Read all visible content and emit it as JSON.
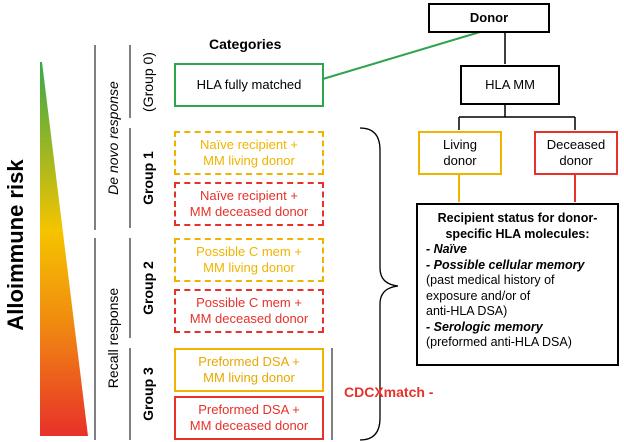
{
  "y_axis_label": "Alloimmune risk",
  "categories_heading": "Categories",
  "response_labels": {
    "de_novo": "De novo response",
    "recall": "Recall response"
  },
  "groups": {
    "g0": "(Group 0)",
    "g1": "Group 1",
    "g2": "Group 2",
    "g3": "Group 3"
  },
  "categories": {
    "hla_matched": "HLA fully matched",
    "naive_living_1": "Naïve recipient +",
    "naive_living_2": "MM living donor",
    "naive_deceased_1": "Naïve recipient +",
    "naive_deceased_2": "MM deceased donor",
    "cmem_living_1": "Possible C mem +",
    "cmem_living_2": "MM living donor",
    "cmem_deceased_1": "Possible C mem +",
    "cmem_deceased_2": "MM deceased donor",
    "dsa_living_1": "Preformed DSA +",
    "dsa_living_2": "MM living donor",
    "dsa_deceased_1": "Preformed DSA +",
    "dsa_deceased_2": "MM deceased donor"
  },
  "cdcx_label": "CDCXmatch -",
  "tree": {
    "donor": "Donor",
    "hla_mm": "HLA MM",
    "living_1": "Living",
    "living_2": "donor",
    "deceased_1": "Deceased",
    "deceased_2": "donor"
  },
  "status": {
    "title_1": "Recipient status for donor-",
    "title_2": "specific HLA molecules:",
    "naive": "- Naïve",
    "cellular": "- Possible cellular memory",
    "cellular_1": "(past medical history of",
    "cellular_2": "exposure and/or of",
    "cellular_3": "anti-HLA DSA)",
    "serologic": "- Serologic memory",
    "serologic_1": "(preformed anti-HLA DSA)"
  },
  "colors": {
    "green": "#2ea44f",
    "orange": "#f0b400",
    "red": "#e8312a",
    "gradient_top": "#3aa84a",
    "gradient_mid": "#f5c400",
    "gradient_bottom": "#e8312a"
  }
}
